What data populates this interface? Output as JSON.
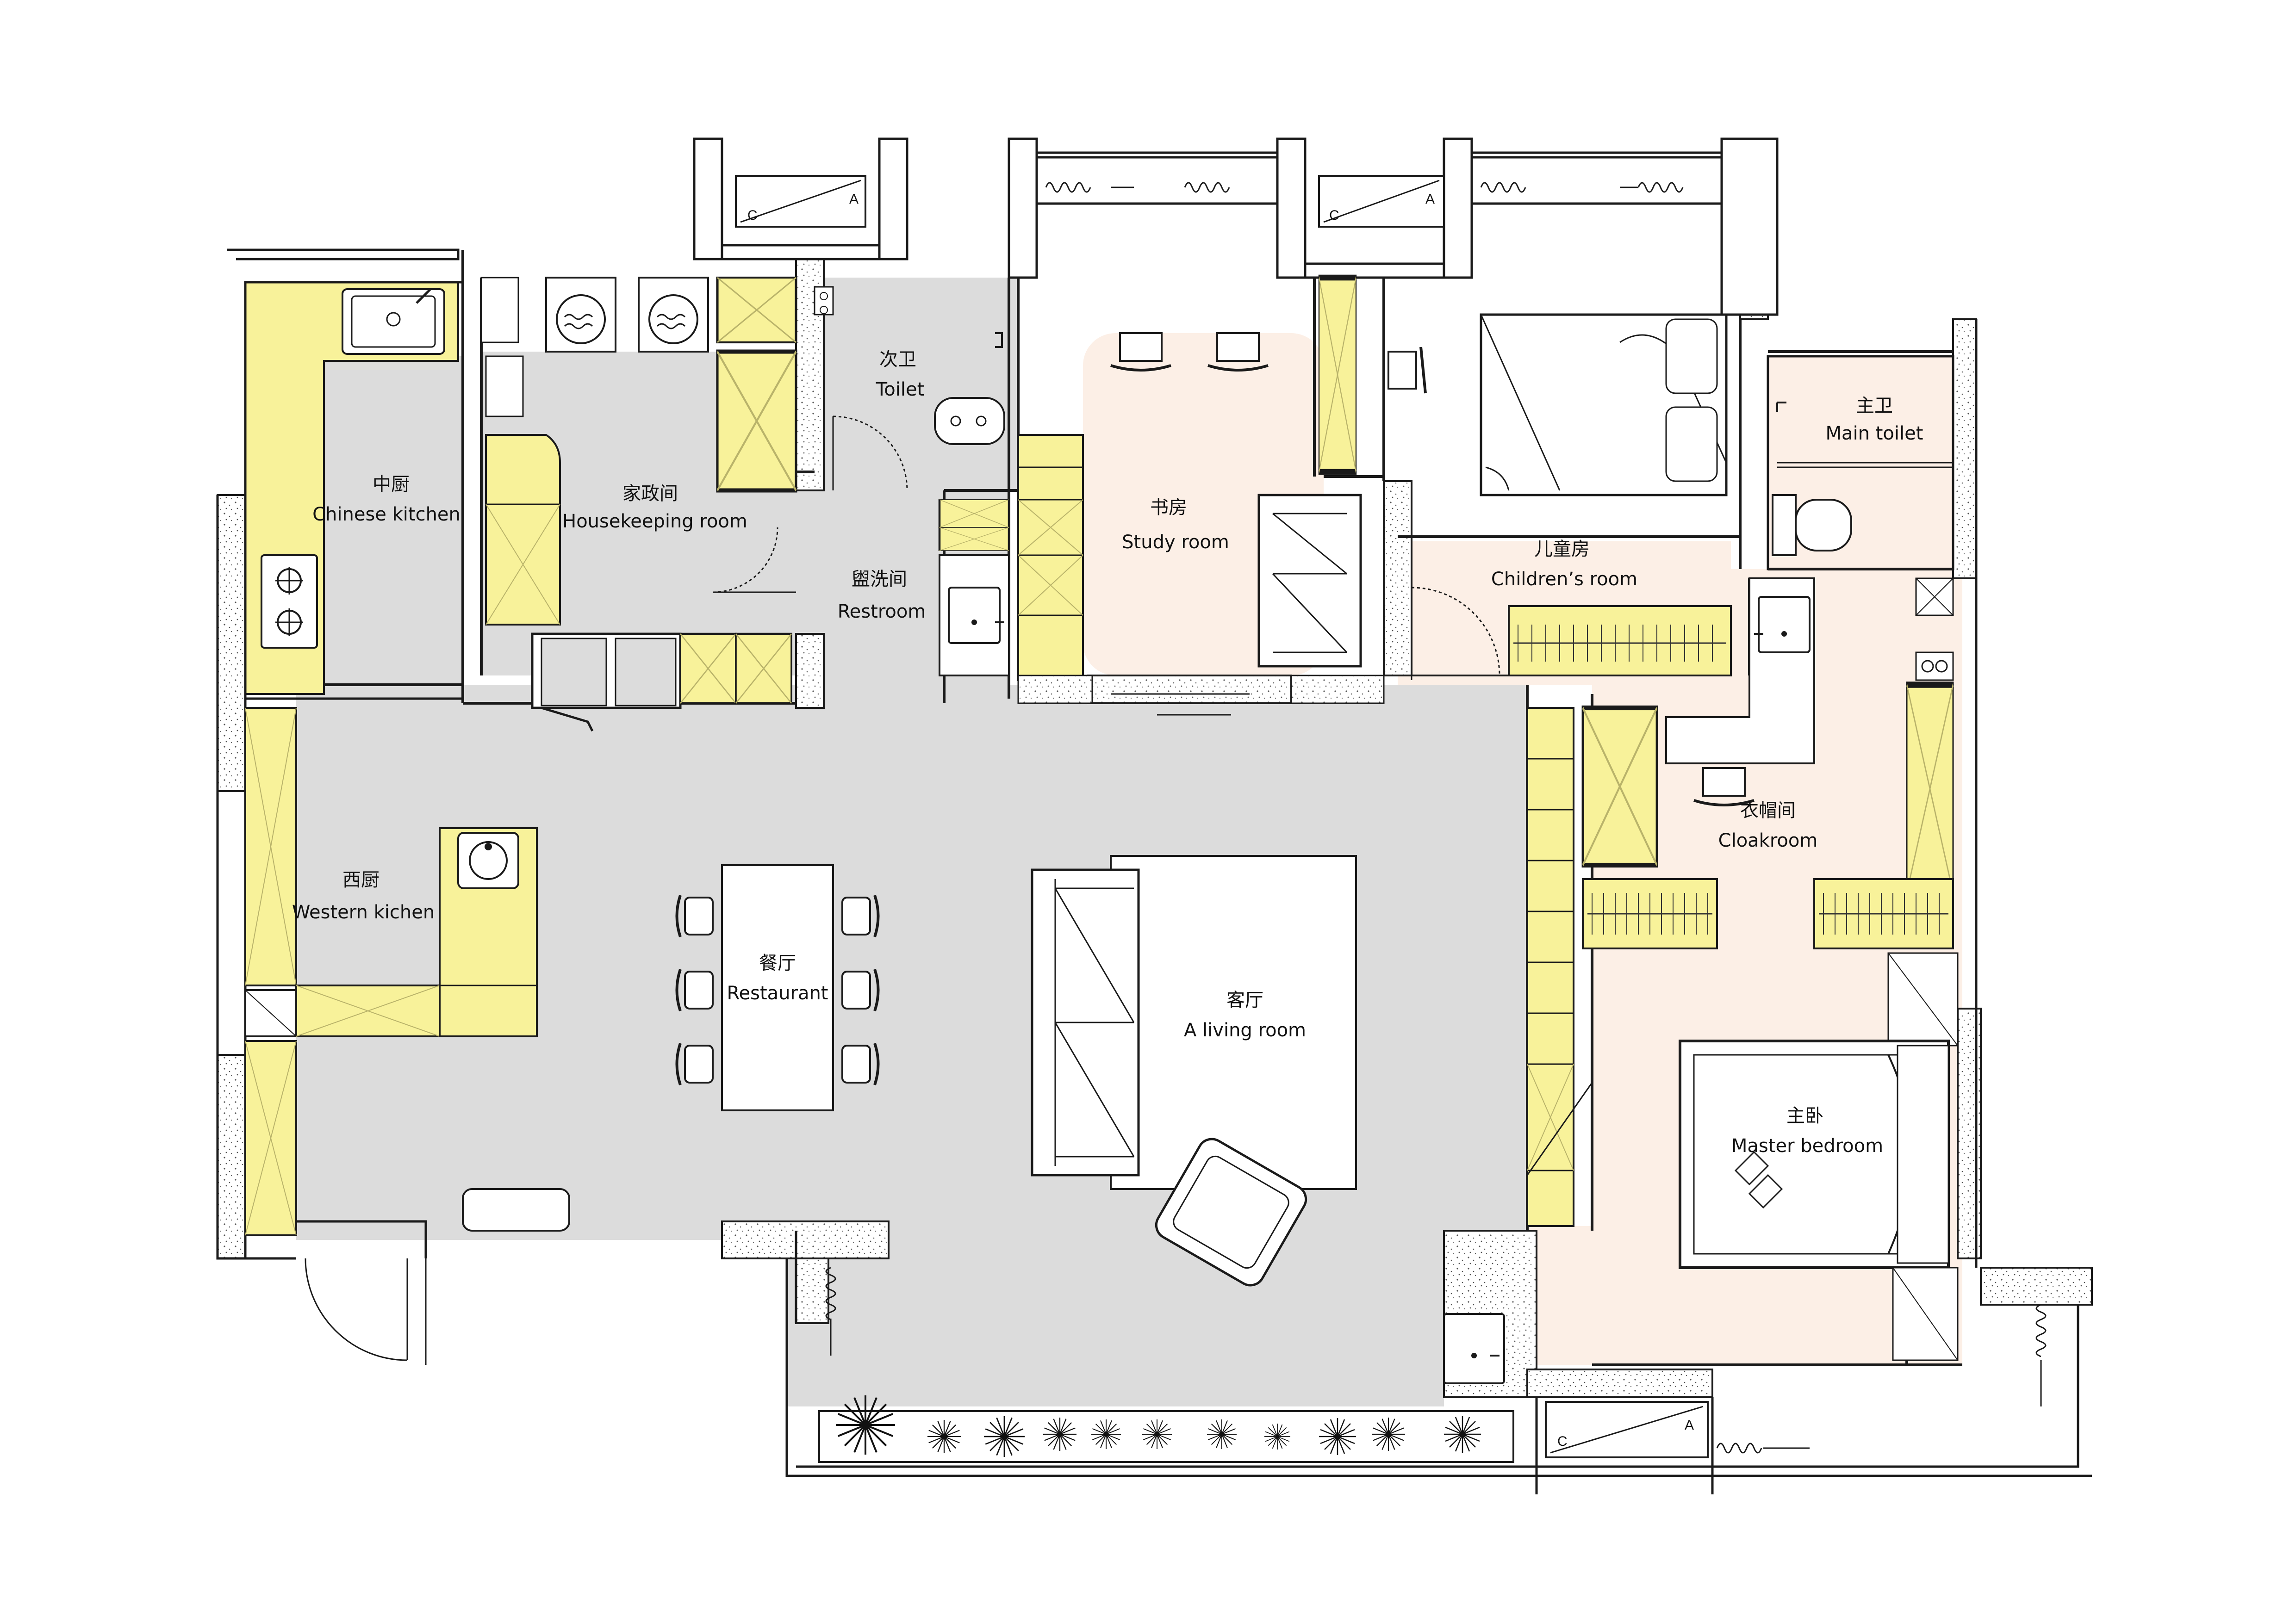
{
  "rooms": {
    "chinese_kitchen": {
      "zh": "中厨",
      "en": "Chinese kitchen"
    },
    "housekeeping": {
      "zh": "家政间",
      "en": "Housekeeping room"
    },
    "toilet": {
      "zh": "次卫",
      "en": "Toilet"
    },
    "restroom": {
      "zh": "盥洗间",
      "en": "Restroom"
    },
    "study": {
      "zh": "书房",
      "en": "Study room"
    },
    "children": {
      "zh": "儿童房",
      "en": "Children’s room"
    },
    "main_toilet": {
      "zh": "主卫",
      "en": "Main toilet"
    },
    "cloakroom": {
      "zh": "衣帽间",
      "en": "Cloakroom"
    },
    "western_kitchen": {
      "zh": "西厨",
      "en": "Western kichen"
    },
    "restaurant": {
      "zh": "餐厅",
      "en": "Restaurant"
    },
    "living": {
      "zh": "客厅",
      "en": "A living room"
    },
    "master_bedroom": {
      "zh": "主卧",
      "en": "Master bedroom"
    }
  },
  "ac_units": [
    {
      "c": "C",
      "a": "A"
    },
    {
      "c": "C",
      "a": "A"
    },
    {
      "c": "C",
      "a": "A"
    }
  ],
  "colors": {
    "floor_grey": "#dcdcdc",
    "floor_pink": "#fcefe6",
    "cabinet_yellow": "#f8f29a",
    "wall": "#ffffff",
    "line": "#1a1a1a"
  },
  "icons": [
    "sink-icon",
    "washer-icon",
    "stove-icon",
    "squat-toilet-icon",
    "toilet-icon",
    "bed-icon",
    "sofa-icon",
    "chair-icon",
    "plant-icon",
    "door-icon",
    "curtain-icon"
  ]
}
